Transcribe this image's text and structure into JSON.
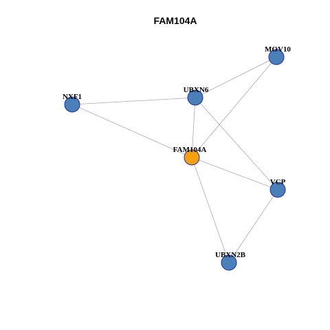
{
  "title": "FAM104A",
  "colors": {
    "center_node": "#f5a00f",
    "neighbor_node": "#4a7fb8",
    "node_border": "#1f2fa0",
    "edge": "#aaaaaa"
  },
  "nodes": [
    {
      "id": "FAM104A",
      "label": "FAM104A",
      "role": "center"
    },
    {
      "id": "MOV10",
      "label": "MOV10",
      "role": "neighbor"
    },
    {
      "id": "UBXN6",
      "label": "UBXN6",
      "role": "neighbor"
    },
    {
      "id": "NXF1",
      "label": "NXF1",
      "role": "neighbor"
    },
    {
      "id": "VCP",
      "label": "VCP",
      "role": "neighbor"
    },
    {
      "id": "UBXN2B",
      "label": "UBXN2B",
      "role": "neighbor"
    }
  ],
  "edges": [
    [
      "NXF1",
      "UBXN6"
    ],
    [
      "NXF1",
      "FAM104A"
    ],
    [
      "UBXN6",
      "MOV10"
    ],
    [
      "MOV10",
      "FAM104A"
    ],
    [
      "UBXN6",
      "FAM104A"
    ],
    [
      "UBXN6",
      "VCP"
    ],
    [
      "FAM104A",
      "VCP"
    ],
    [
      "FAM104A",
      "UBXN2B"
    ],
    [
      "VCP",
      "UBXN2B"
    ]
  ]
}
